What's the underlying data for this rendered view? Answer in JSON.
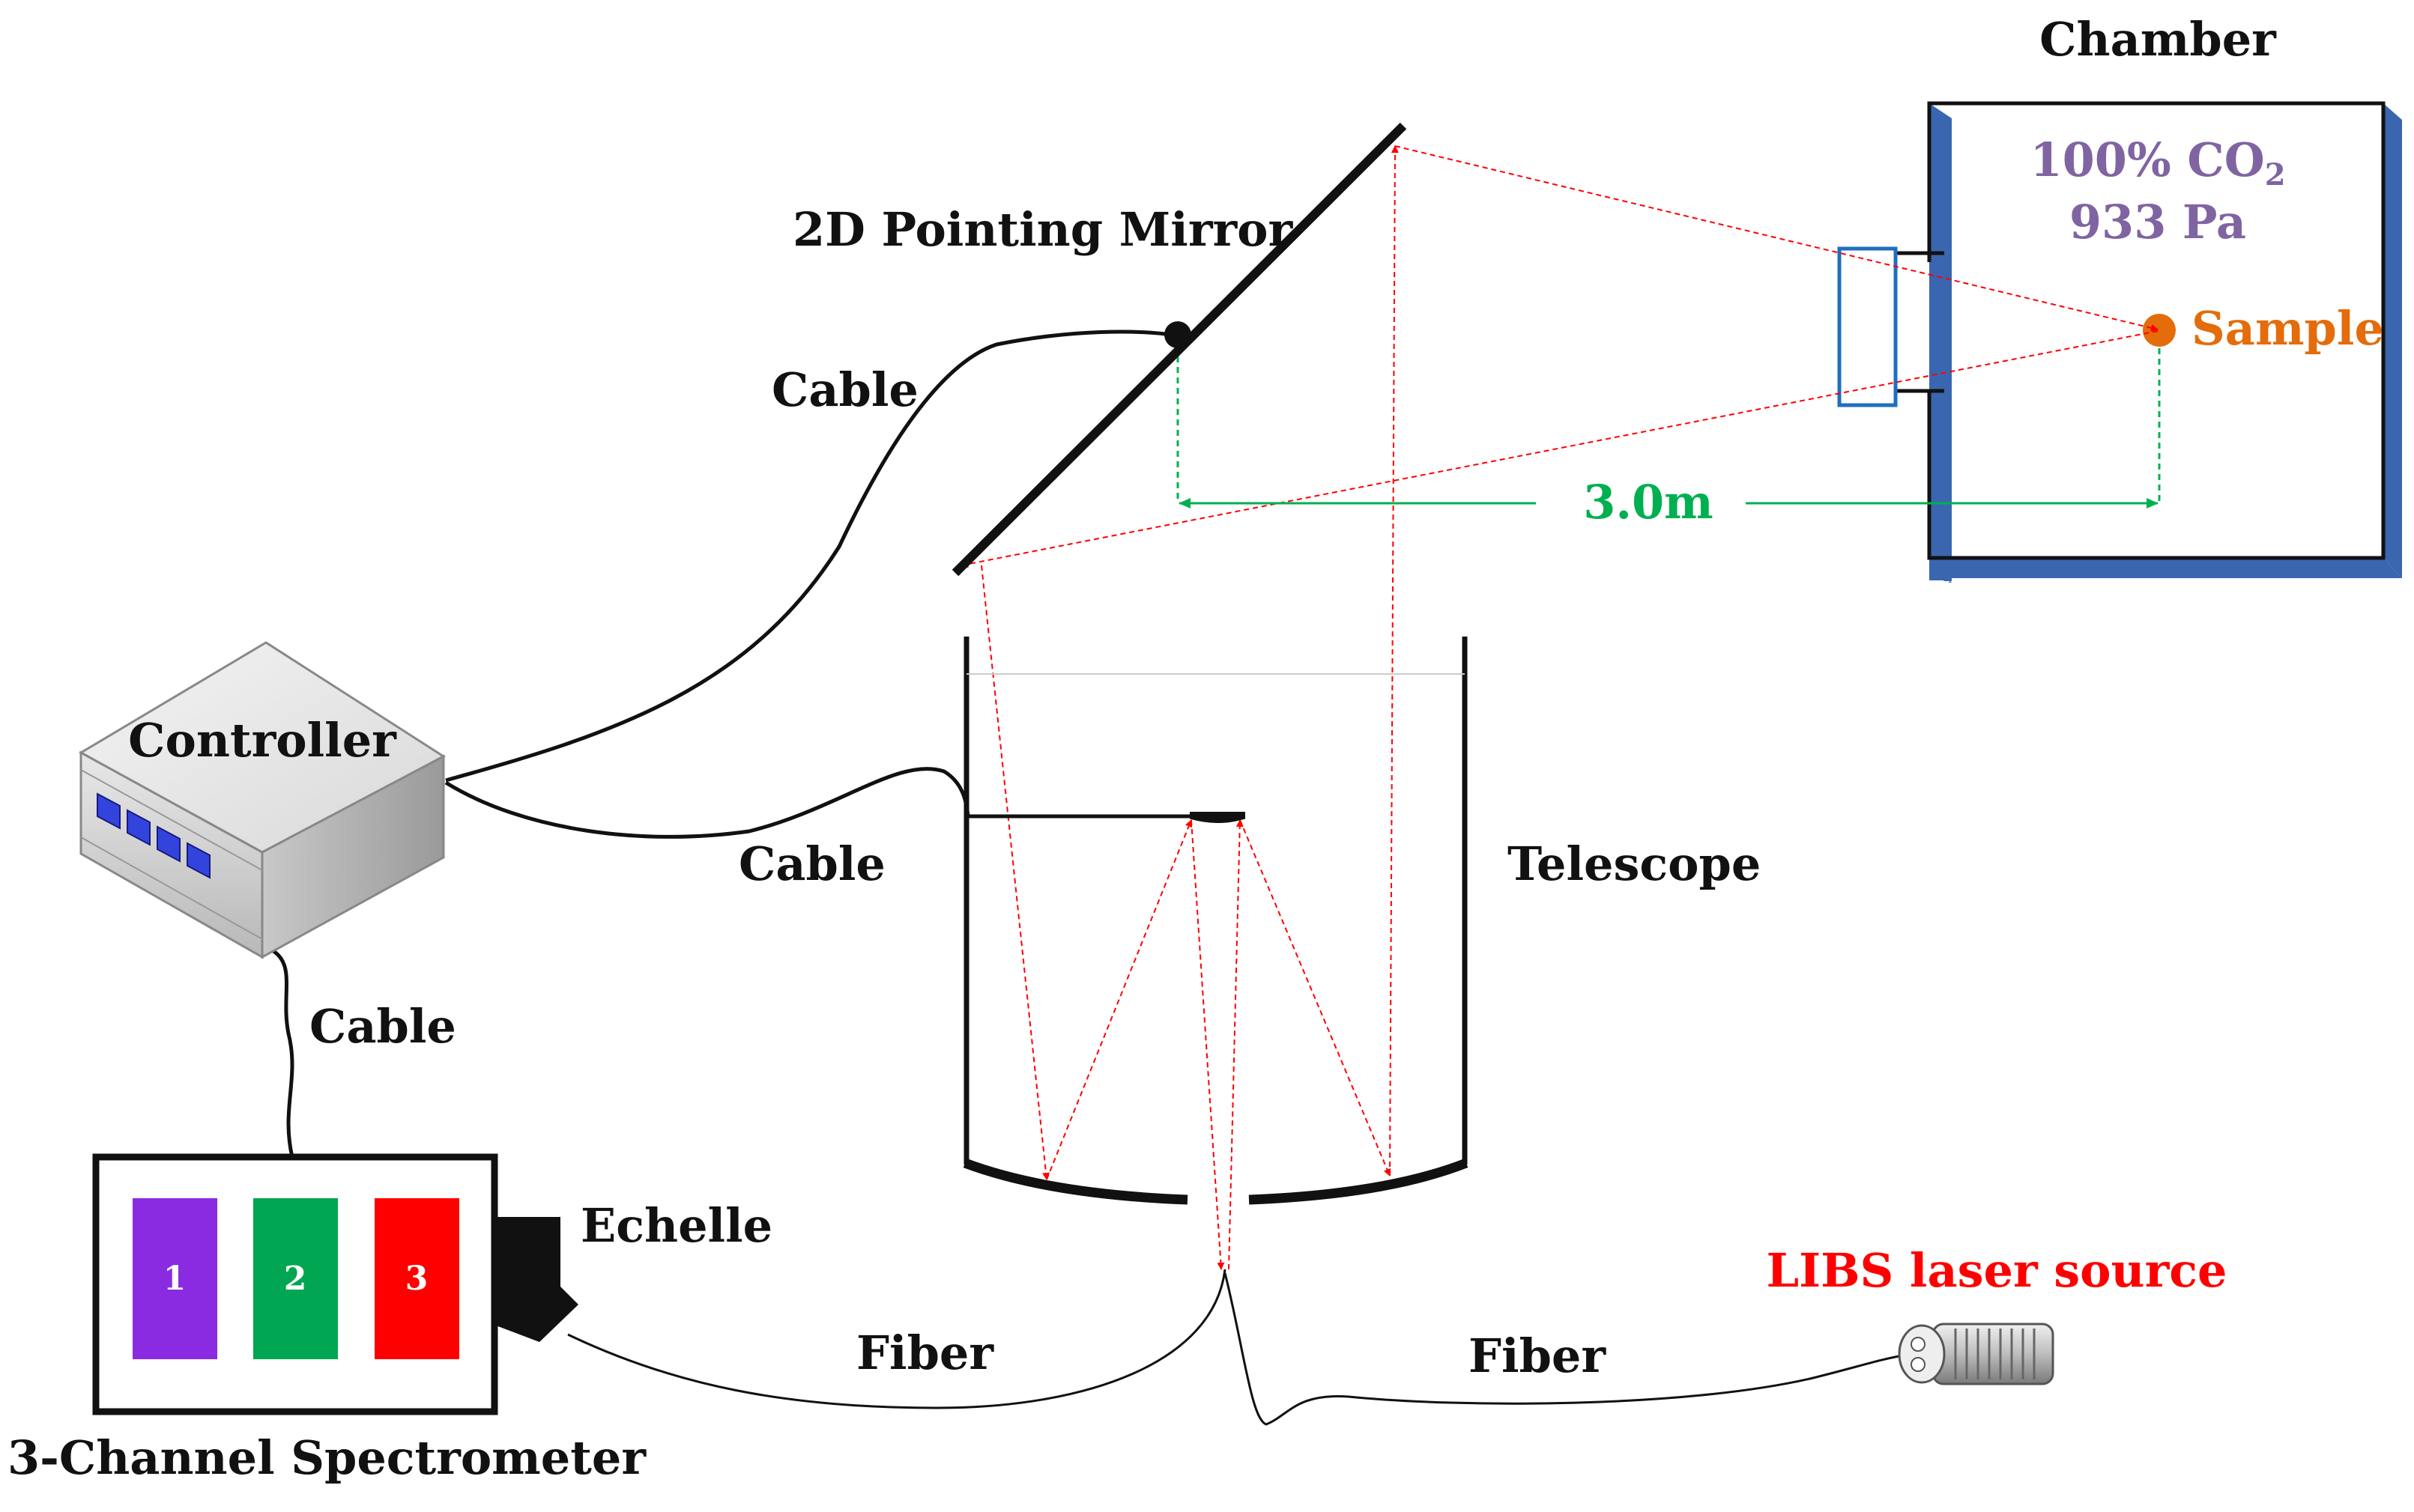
{
  "labels": {
    "chamber": "Chamber",
    "gas_main": "100% CO",
    "gas_sub": "2",
    "pressure": "933 Pa",
    "sample": "Sample",
    "mirror": "2D Pointing Mirror",
    "cable_mirror": "Cable",
    "cable_telescope": "Cable",
    "cable_spectrometer": "Cable",
    "distance": "3.0m",
    "controller": "Controller",
    "telescope": "Telescope",
    "echelle": "Echelle",
    "fiber_left": "Fiber",
    "fiber_right": "Fiber",
    "spectrometer": "3-Channel Spectrometer",
    "laser": "LIBS laser source"
  },
  "channels": [
    {
      "label": "1",
      "color": "#8a2be2"
    },
    {
      "label": "2",
      "color": "#00a651"
    },
    {
      "label": "3",
      "color": "#ff0000"
    }
  ],
  "colors": {
    "beam": "#ff0000",
    "distance_line": "#00b050",
    "window": "#1f6fbf",
    "chamber_shadow": "#3a66b0",
    "sample": "#e46c0a",
    "gas_text": "#8064a2",
    "controller_screen": "#3344dd"
  }
}
